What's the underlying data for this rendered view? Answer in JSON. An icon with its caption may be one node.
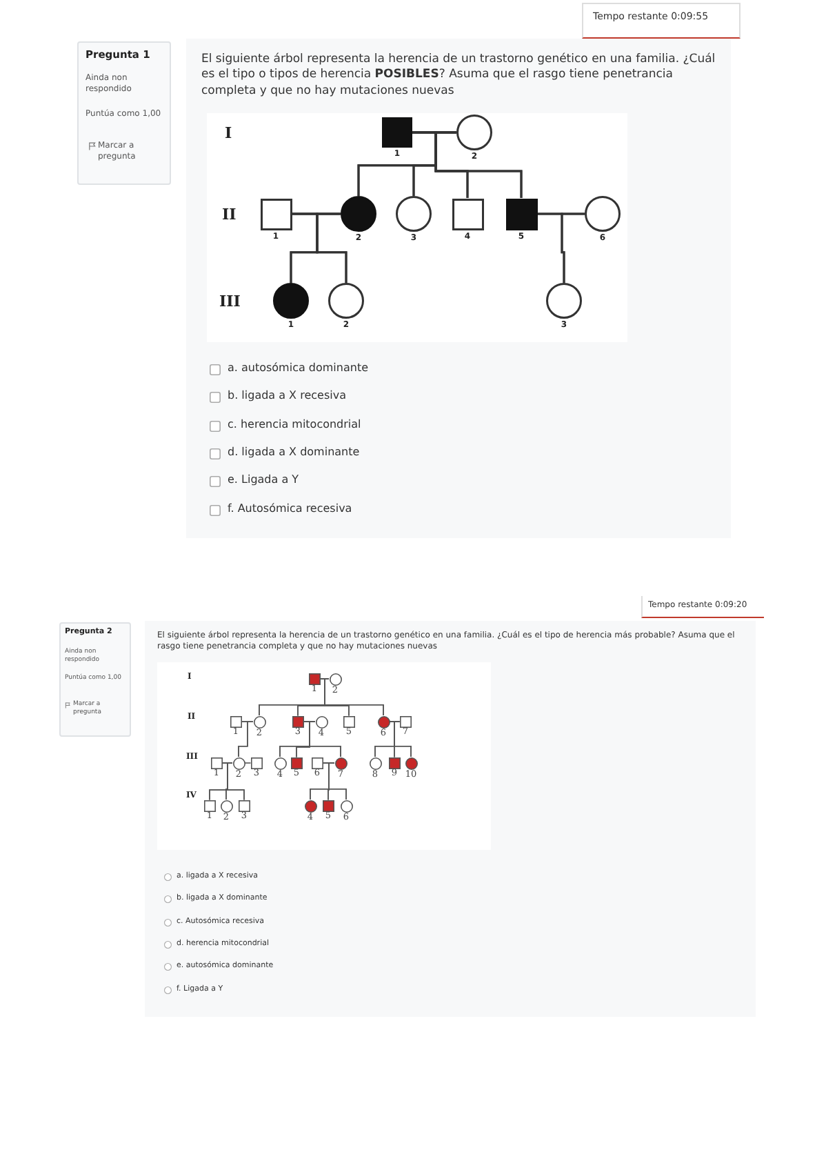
{
  "diagram": {
    "nodes": [
      {
        "text": [],
        "shape": "box",
        "beside": [
          "1"
        ]
      },
      {
        "text": [],
        "shape": "circle",
        "beside": [
          "2"
        ]
      },
      {
        "text": [],
        "shape": "box",
        "beside": [
          "1"
        ]
      },
      {
        "text": [],
        "shape": "circle",
        "beside": [
          "2"
        ]
      },
      {
        "text": [],
        "shape": "circle",
        "beside": [
          "3"
        ]
      },
      {
        "text": [],
        "shape": "box",
        "beside": [
          "4"
        ]
      },
      {
        "text": [],
        "shape": "box",
        "beside": [
          "5"
        ]
      },
      {
        "text": [],
        "shape": "circle",
        "beside": [
          "6"
        ]
      },
      {
        "text": [],
        "shape": "circle",
        "beside": [
          "1"
        ]
      },
      {
        "text": [],
        "shape": "circle",
        "beside": [
          "2"
        ]
      },
      {
        "text": [],
        "shape": "circle",
        "beside": [
          "3"
        ]
      },
      {
        "text": [],
        "shape": "box",
        "beside": [
          "1"
        ]
      },
      {
        "text": [],
        "shape": "circle",
        "beside": [
          "2"
        ]
      },
      {
        "text": [],
        "shape": "box",
        "beside": [
          "1"
        ]
      },
      {
        "text": [],
        "shape": "circle",
        "beside": [
          "2"
        ]
      },
      {
        "text": [],
        "shape": "box",
        "beside": [
          "3"
        ]
      },
      {
        "text": [],
        "shape": "circle",
        "beside": [
          "4"
        ]
      },
      {
        "text": [],
        "shape": "box",
        "beside": [
          "5"
        ]
      },
      {
        "text": [],
        "shape": "circle",
        "beside": [
          "6"
        ]
      },
      {
        "text": [],
        "shape": "box",
        "beside": [
          "7"
        ]
      },
      {
        "text": [],
        "shape": "box",
        "beside": [
          "1"
        ]
      },
      {
        "text": [],
        "shape": "circle",
        "beside": [
          "2"
        ]
      },
      {
        "text": [],
        "shape": "box",
        "beside": [
          "3"
        ]
      },
      {
        "text": [],
        "shape": "circle",
        "beside": [
          "4"
        ]
      },
      {
        "text": [],
        "shape": "box",
        "beside": [
          "5"
        ]
      },
      {
        "text": [],
        "shape": "box",
        "beside": [
          "6"
        ]
      },
      {
        "text": [],
        "shape": "circle",
        "beside": [
          "7"
        ]
      },
      {
        "text": [],
        "shape": "circle",
        "beside": [
          "8"
        ]
      },
      {
        "text": [],
        "shape": "box",
        "beside": [
          "9"
        ]
      },
      {
        "text": [],
        "shape": "circle",
        "beside": [
          "10"
        ]
      },
      {
        "text": [],
        "shape": "box",
        "beside": [
          "1"
        ]
      },
      {
        "text": [],
        "shape": "circle",
        "beside": [
          "2"
        ]
      },
      {
        "text": [],
        "shape": "box",
        "beside": [
          "3"
        ]
      },
      {
        "text": [],
        "shape": "circle",
        "beside": [
          "4"
        ]
      },
      {
        "text": [],
        "shape": "box",
        "beside": [
          "5"
        ]
      },
      {
        "text": [],
        "shape": "circle",
        "beside": [
          "6"
        ]
      }
    ],
    "edges": [
      {
        "from": 0,
        "to": 1,
        "arrow": "none"
      },
      {
        "from": 0,
        "to": 3,
        "arrow": "none"
      },
      {
        "from": 1,
        "to": 3,
        "arrow": "none"
      },
      {
        "from": 0,
        "to": 4,
        "arrow": "none"
      },
      {
        "from": 1,
        "to": 4,
        "arrow": "none"
      },
      {
        "from": 0,
        "to": 5,
        "arrow": "none"
      },
      {
        "from": 1,
        "to": 5,
        "arrow": "none"
      },
      {
        "from": 0,
        "to": 6,
        "arrow": "none"
      },
      {
        "from": 1,
        "to": 6,
        "arrow": "none"
      },
      {
        "from": 2,
        "to": 3,
        "arrow": "none"
      },
      {
        "from": 2,
        "to": 8,
        "arrow": "none"
      },
      {
        "from": 3,
        "to": 8,
        "arrow": "none"
      },
      {
        "from": 2,
        "to": 9,
        "arrow": "none"
      },
      {
        "from": 3,
        "to": 9,
        "arrow": "none"
      },
      {
        "from": 6,
        "to": 7,
        "arrow": "none"
      },
      {
        "from": 6,
        "to": 10,
        "arrow": "none"
      },
      {
        "from": 7,
        "to": 10,
        "arrow": "none"
      },
      {
        "from": 11,
        "to": 12,
        "arrow": "none"
      },
      {
        "from": 11,
        "to": 14,
        "arrow": "none"
      },
      {
        "from": 12,
        "to": 14,
        "arrow": "none"
      },
      {
        "from": 11,
        "to": 15,
        "arrow": "none"
      },
      {
        "from": 12,
        "to": 15,
        "arrow": "none"
      },
      {
        "from": 11,
        "to": 17,
        "arrow": "none"
      },
      {
        "from": 12,
        "to": 17,
        "arrow": "none"
      },
      {
        "from": 11,
        "to": 18,
        "arrow": "none"
      },
      {
        "from": 12,
        "to": 18,
        "arrow": "none"
      },
      {
        "from": 13,
        "to": 14,
        "arrow": "none"
      },
      {
        "from": 13,
        "to": 21,
        "arrow": "none"
      },
      {
        "from": 14,
        "to": 21,
        "arrow": "none"
      },
      {
        "from": 15,
        "to": 16,
        "arrow": "none"
      },
      {
        "from": 15,
        "to": 23,
        "arrow": "none"
      },
      {
        "from": 16,
        "to": 23,
        "arrow": "none"
      },
      {
        "from": 15,
        "to": 24,
        "arrow": "none"
      },
      {
        "from": 16,
        "to": 24,
        "arrow": "none"
      },
      {
        "from": 15,
        "to": 26,
        "arrow": "none"
      },
      {
        "from": 16,
        "to": 26,
        "arrow": "none"
      },
      {
        "from": 18,
        "to": 19,
        "arrow": "none"
      },
      {
        "from": 18,
        "to": 27,
        "arrow": "none"
      },
      {
        "from": 19,
        "to": 27,
        "arrow": "none"
      },
      {
        "from": 18,
        "to": 28,
        "arrow": "none"
      },
      {
        "from": 19,
        "to": 28,
        "arrow": "none"
      },
      {
        "from": 18,
        "to": 29,
        "arrow": "none"
      },
      {
        "from": 19,
        "to": 29,
        "arrow": "none"
      },
      {
        "from": 20,
        "to": 21,
        "arrow": "none"
      },
      {
        "from": 20,
        "to": 30,
        "arrow": "none"
      },
      {
        "from": 21,
        "to": 30,
        "arrow": "none"
      },
      {
        "from": 20,
        "to": 31,
        "arrow": "none"
      },
      {
        "from": 21,
        "to": 31,
        "arrow": "none"
      },
      {
        "from": 20,
        "to": 32,
        "arrow": "none"
      },
      {
        "from": 21,
        "to": 32,
        "arrow": "none"
      },
      {
        "from": 21,
        "to": 22,
        "arrow": "none"
      },
      {
        "from": 25,
        "to": 26,
        "arrow": "none"
      },
      {
        "from": 25,
        "to": 33,
        "arrow": "none"
      },
      {
        "from": 26,
        "to": 33,
        "arrow": "none"
      },
      {
        "from": 25,
        "to": 34,
        "arrow": "none"
      },
      {
        "from": 26,
        "to": 34,
        "arrow": "none"
      },
      {
        "from": 25,
        "to": 35,
        "arrow": "none"
      },
      {
        "from": 26,
        "to": 35,
        "arrow": "none"
      }
    ],
    "labels": [
      "Tempo restante 0:09:55",
      "Pregunta 1",
      "Ainda non respondido",
      "Puntúa como 1,00",
      "Marcar a pregunta",
      "El siguiente árbol representa la herencia de un trastorno genético en una familia. ¿Cuál es el tipo o tipos de herencia **POSIBLES**? Asuma que el rasgo tiene penetrancia completa y que no hay mutaciones nuevas",
      "I",
      "II",
      "III",
      "a. autosómica dominante",
      "b. ligada a X recesiva",
      "c. herencia mitocondrial",
      "d. ligada a X dominante",
      "e. Ligada a Y",
      "f. Autosómica recesiva",
      "Tempo restante 0:09:20",
      "Pregunta 2",
      "Ainda non respondido",
      "Puntúa como 1,00",
      "Marcar a pregunta",
      "El siguiente árbol representa la herencia de un trastorno genético en una familia. ¿Cuál es el tipo de herencia más probable? Asuma que el rasgo tiene penetrancia completa y que no hay mutaciones nuevas",
      "I",
      "II",
      "III",
      "IV",
      "a. ligada a X recesiva",
      "b. ligada a X dominante",
      "c. Autosómica recesiva",
      "d. herencia mitocondrial",
      "e. autosómica dominante",
      "f. Ligada a Y"
    ]
  }
}
